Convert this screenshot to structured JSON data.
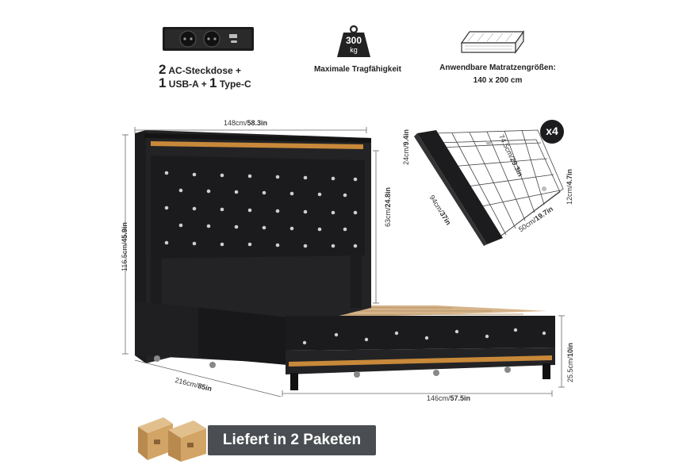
{
  "features": {
    "outlets": {
      "icon": "power-outlet-strip-icon",
      "line1_num": "2",
      "line1_text": " AC-Steckdose +",
      "line2_num": "1",
      "line2_text_a": " USB-A + ",
      "line2_num_b": "1",
      "line2_text_b": " Type-C"
    },
    "capacity": {
      "icon": "weight-icon",
      "weight_number": "300",
      "weight_unit": "kg",
      "label": "Maximale Tragfähigkeit"
    },
    "mattress": {
      "icon": "mattress-icon",
      "label": "Anwendbare Matratzengrößen:",
      "size": "140 x 200 cm"
    }
  },
  "bed_dimensions": {
    "headboard_width_cm": "148cm/",
    "headboard_width_in": "58.3in",
    "total_height_cm": "116.5cm/",
    "total_height_in": "45.9in",
    "headboard_height_cm": "63cm/",
    "headboard_height_in": "24.8in",
    "length_cm": "216cm/",
    "length_in": "85in",
    "footboard_width_cm": "146cm/",
    "footboard_width_in": "57.5in",
    "footboard_height_cm": "25.5cm/",
    "footboard_height_in": "10in"
  },
  "drawer": {
    "quantity": "x4",
    "length_cm": "74.5cm/",
    "length_in": "29.3in",
    "front_height_cm": "24cm/",
    "front_height_in": "9.4in",
    "front_width_cm": "94cm/",
    "front_width_in": "37in",
    "width_cm": "50cm/",
    "width_in": "19.7in",
    "depth_cm": "12cm/",
    "depth_in": "4.7in"
  },
  "shipping": {
    "icon": "cardboard-boxes-icon",
    "label": "Liefert in 2 Paketen"
  },
  "colors": {
    "leather": "#1c1c1e",
    "led_strip": "#c8893a",
    "wood_slats": "#d6b48a",
    "banner_bg": "#4a4d52"
  }
}
